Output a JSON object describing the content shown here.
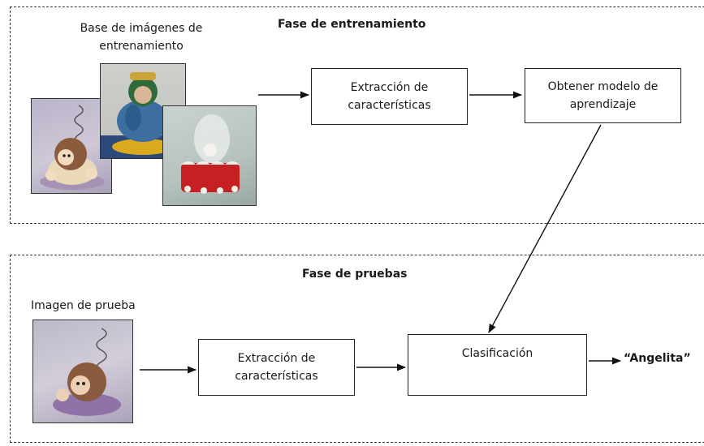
{
  "training_phase": {
    "title": "Fase de entrenamiento",
    "image_set_caption": "Base de imágenes de\nentrenamiento",
    "feature_box": "Extracción de\ncaracterísticas",
    "model_box": "Obtener modelo de\naprendizaje"
  },
  "testing_phase": {
    "title": "Fase de pruebas",
    "test_image_caption": "Imagen de prueba",
    "feature_box": "Extracción de\ncaracterísticas",
    "classification_box": "Clasificación",
    "result_label": "“Angelita”"
  }
}
